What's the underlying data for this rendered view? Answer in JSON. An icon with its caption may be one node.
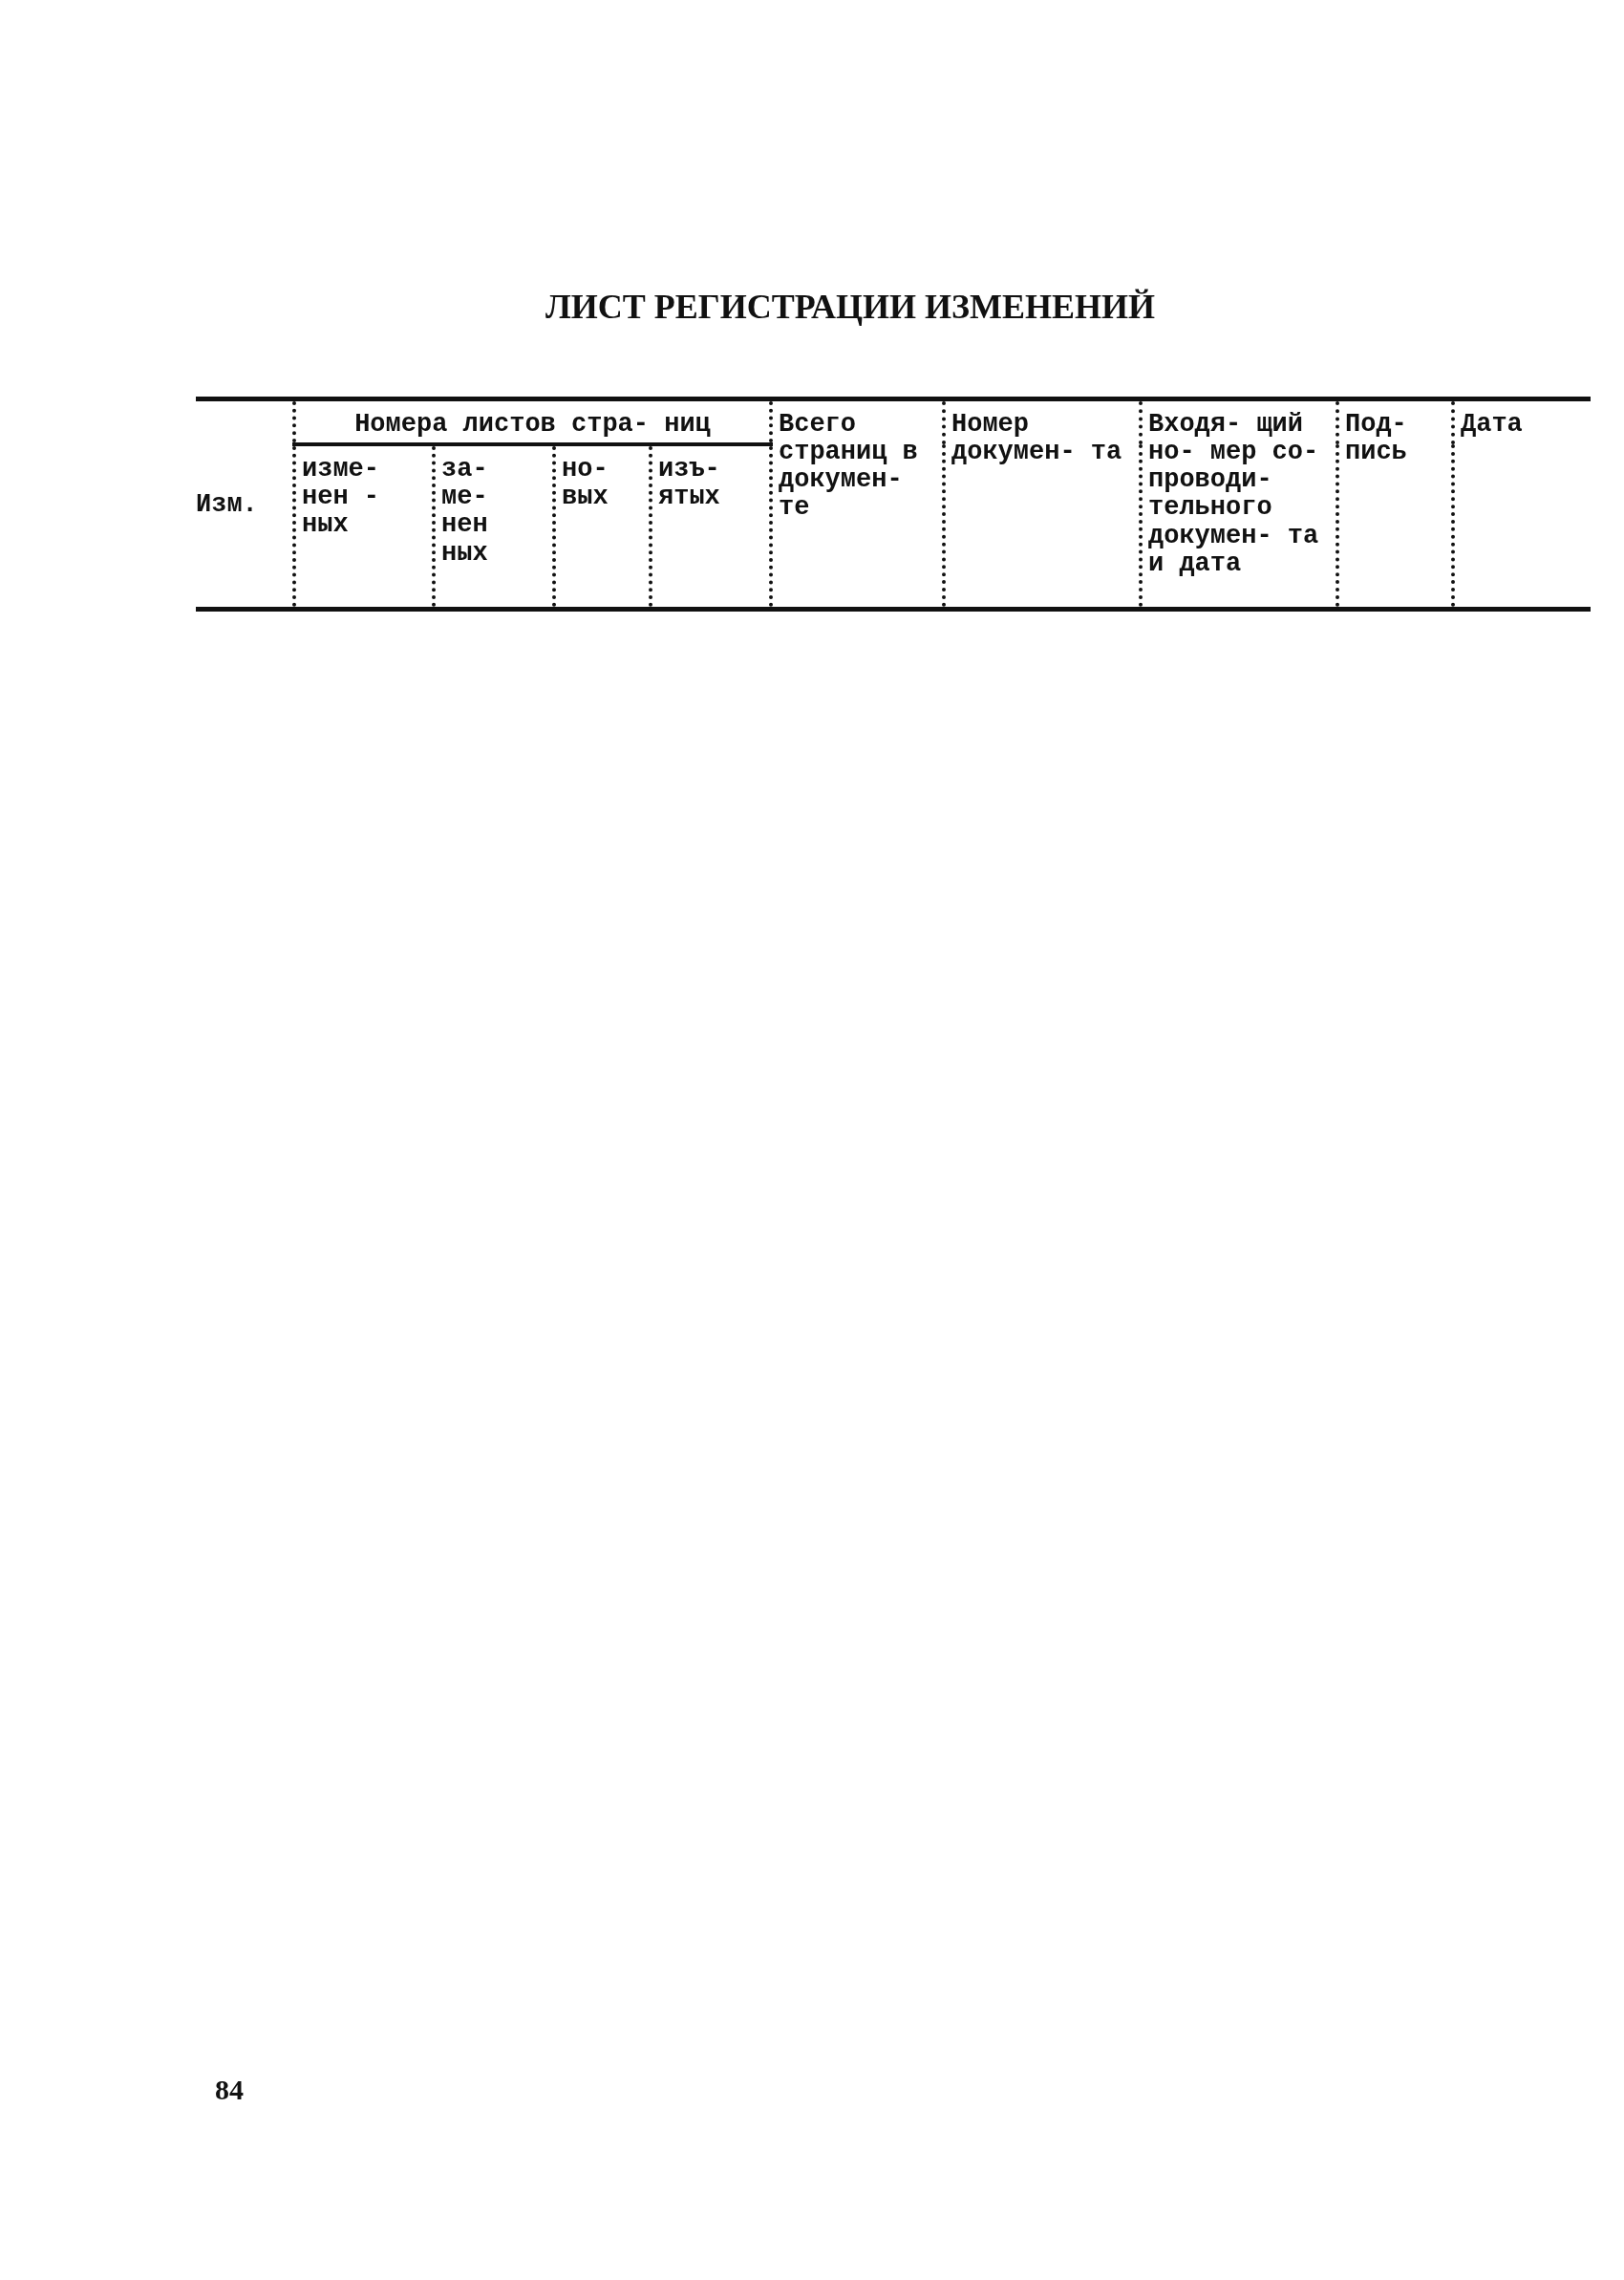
{
  "diagram": {
    "title": "ЛИСТ РЕГИСТРАЦИИ ИЗМЕНЕНИЙ",
    "labels": [
      "Изм.",
      "Номера листов стра- ниц",
      "Всего страниц в докумен- те",
      "Номер докумен- та",
      "Входя- щий но- мер со- проводи- тельного докумен- та и дата",
      "Под- пись",
      "Дата",
      "изме- нен - ных",
      "за- ме- нен ных",
      "но- вых",
      "изъ- ятых",
      "84"
    ]
  }
}
